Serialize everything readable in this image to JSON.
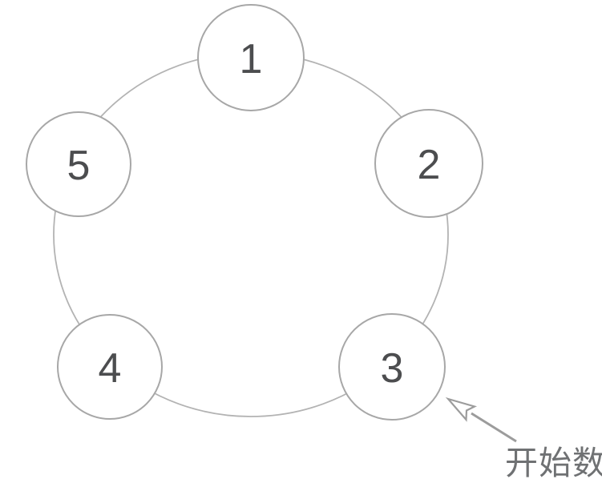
{
  "diagram": {
    "nodes": [
      {
        "label": "1"
      },
      {
        "label": "2"
      },
      {
        "label": "3"
      },
      {
        "label": "4"
      },
      {
        "label": "5"
      }
    ],
    "annotation": {
      "label": "开始数",
      "points_to_node": "3"
    },
    "colors": {
      "background": "#ffffff",
      "node_stroke": "#a7a7a7",
      "node_fill": "#ffffff",
      "ring_stroke": "#b3b3b3",
      "number_text": "#4c4d4f",
      "annotation_text": "#6f7173",
      "arrow": "#9c9c9c"
    }
  }
}
